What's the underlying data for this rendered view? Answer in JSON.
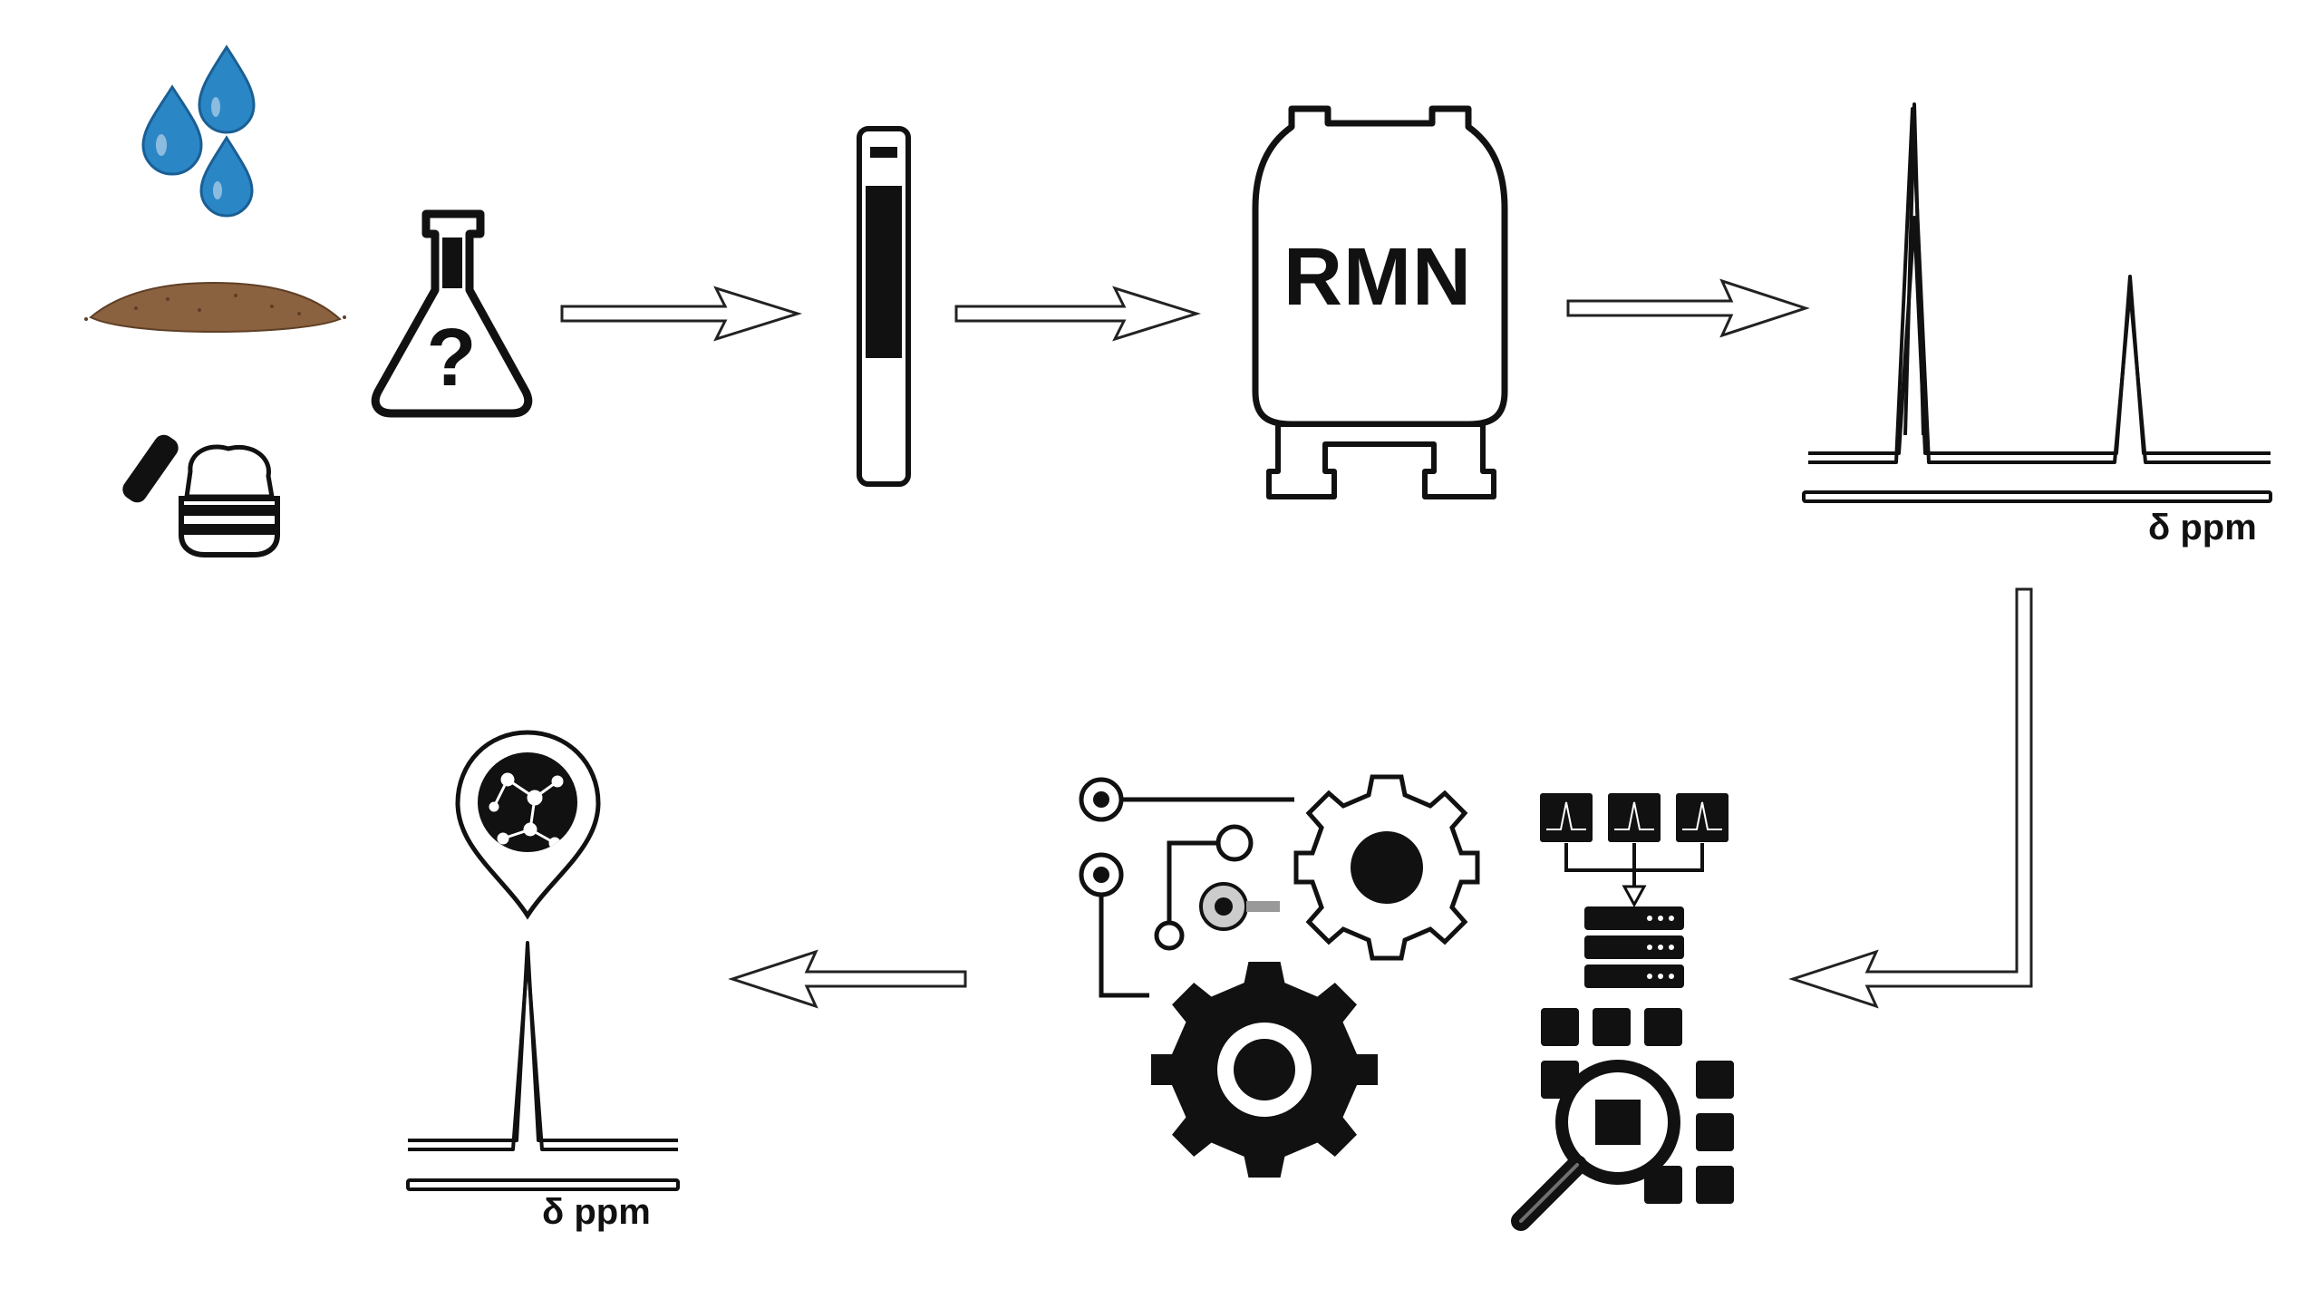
{
  "colors": {
    "water": "#2b86c5",
    "soil": "#8a6240",
    "ink": "#111111",
    "outline": "#222222",
    "background": "#ffffff"
  },
  "icons": [
    "water-drops-icon",
    "soil-pile-icon",
    "cream-jar-icon",
    "flask-question-icon",
    "nmr-tube-icon",
    "nmr-spectrometer-icon",
    "spectrum-icon",
    "circuit-icon",
    "gears-icon",
    "database-icon",
    "grid-search-icon",
    "location-pin-molecule-icon",
    "single-peak-spectrum-icon"
  ],
  "labels": {
    "rmn": "RMN",
    "ppm_top": "δ ppm",
    "ppm_bottom": "δ ppm"
  }
}
